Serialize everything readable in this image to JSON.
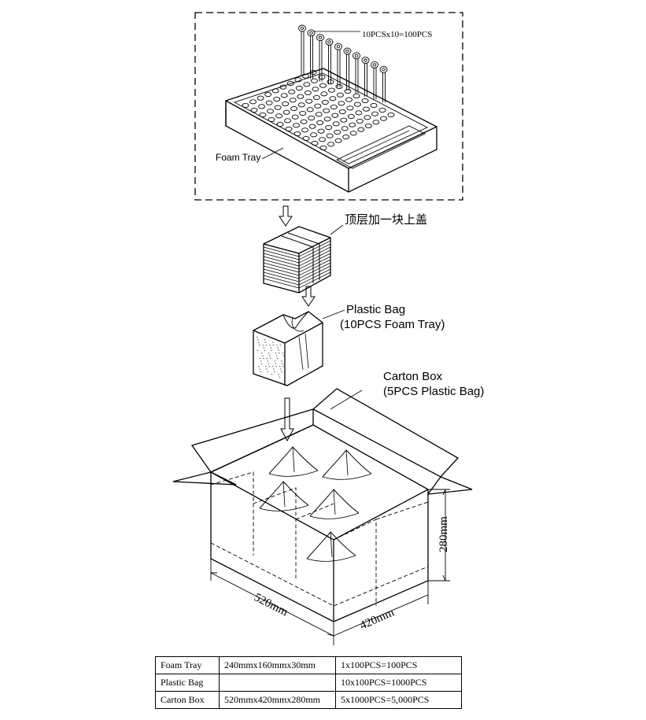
{
  "labels": {
    "tray_qty": "10PCSx10=100PCS",
    "foam_tray": "Foam Tray",
    "top_cover": "顶层加一块上盖",
    "plastic_bag_line1": "Plastic Bag",
    "plastic_bag_line2": "(10PCS Foam Tray)",
    "carton_line1": "Carton Box",
    "carton_line2": "(5PCS Plastic Bag)",
    "dim_width": "520mm",
    "dim_depth": "420mm",
    "dim_height": "280mm"
  },
  "spec_table": {
    "rows": [
      [
        "Foam Tray",
        "240mmx160mmx30mm",
        "1x100PCS=100PCS"
      ],
      [
        "Plastic Bag",
        "",
        "10x100PCS=1000PCS"
      ],
      [
        "Carton Box",
        "520mmx420mmx280mm",
        "5x1000PCS=5,000PCS"
      ]
    ]
  }
}
